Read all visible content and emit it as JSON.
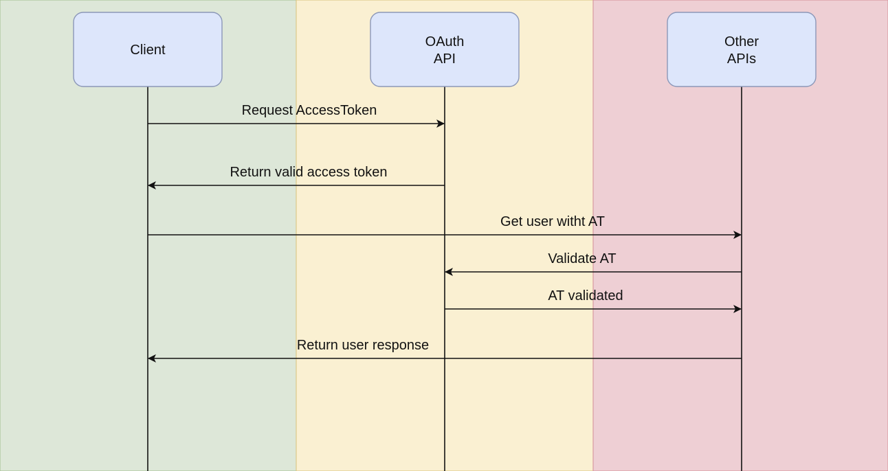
{
  "lanes": [
    {
      "id": "client",
      "color": "#dde7d8",
      "border": "#9fbf8a"
    },
    {
      "id": "oauth",
      "color": "#faf0d2",
      "border": "#d8c27a"
    },
    {
      "id": "other",
      "color": "#eecfd4",
      "border": "#d38b95"
    }
  ],
  "actors": [
    {
      "id": "client",
      "lines": [
        "Client"
      ]
    },
    {
      "id": "oauth",
      "lines": [
        "OAuth",
        "API"
      ]
    },
    {
      "id": "other",
      "lines": [
        "Other",
        "APIs"
      ]
    }
  ],
  "actor_style": {
    "fill": "#dde6fb",
    "stroke": "#8b97b8"
  },
  "messages": [
    {
      "from": "client",
      "to": "oauth",
      "label": "Request AccessToken"
    },
    {
      "from": "oauth",
      "to": "client",
      "label": "Return valid access token"
    },
    {
      "from": "client",
      "to": "other",
      "label": "Get user witht AT"
    },
    {
      "from": "other",
      "to": "oauth",
      "label": "Validate AT"
    },
    {
      "from": "oauth",
      "to": "other",
      "label": "AT validated"
    },
    {
      "from": "other",
      "to": "client",
      "label": "Return user response"
    }
  ]
}
